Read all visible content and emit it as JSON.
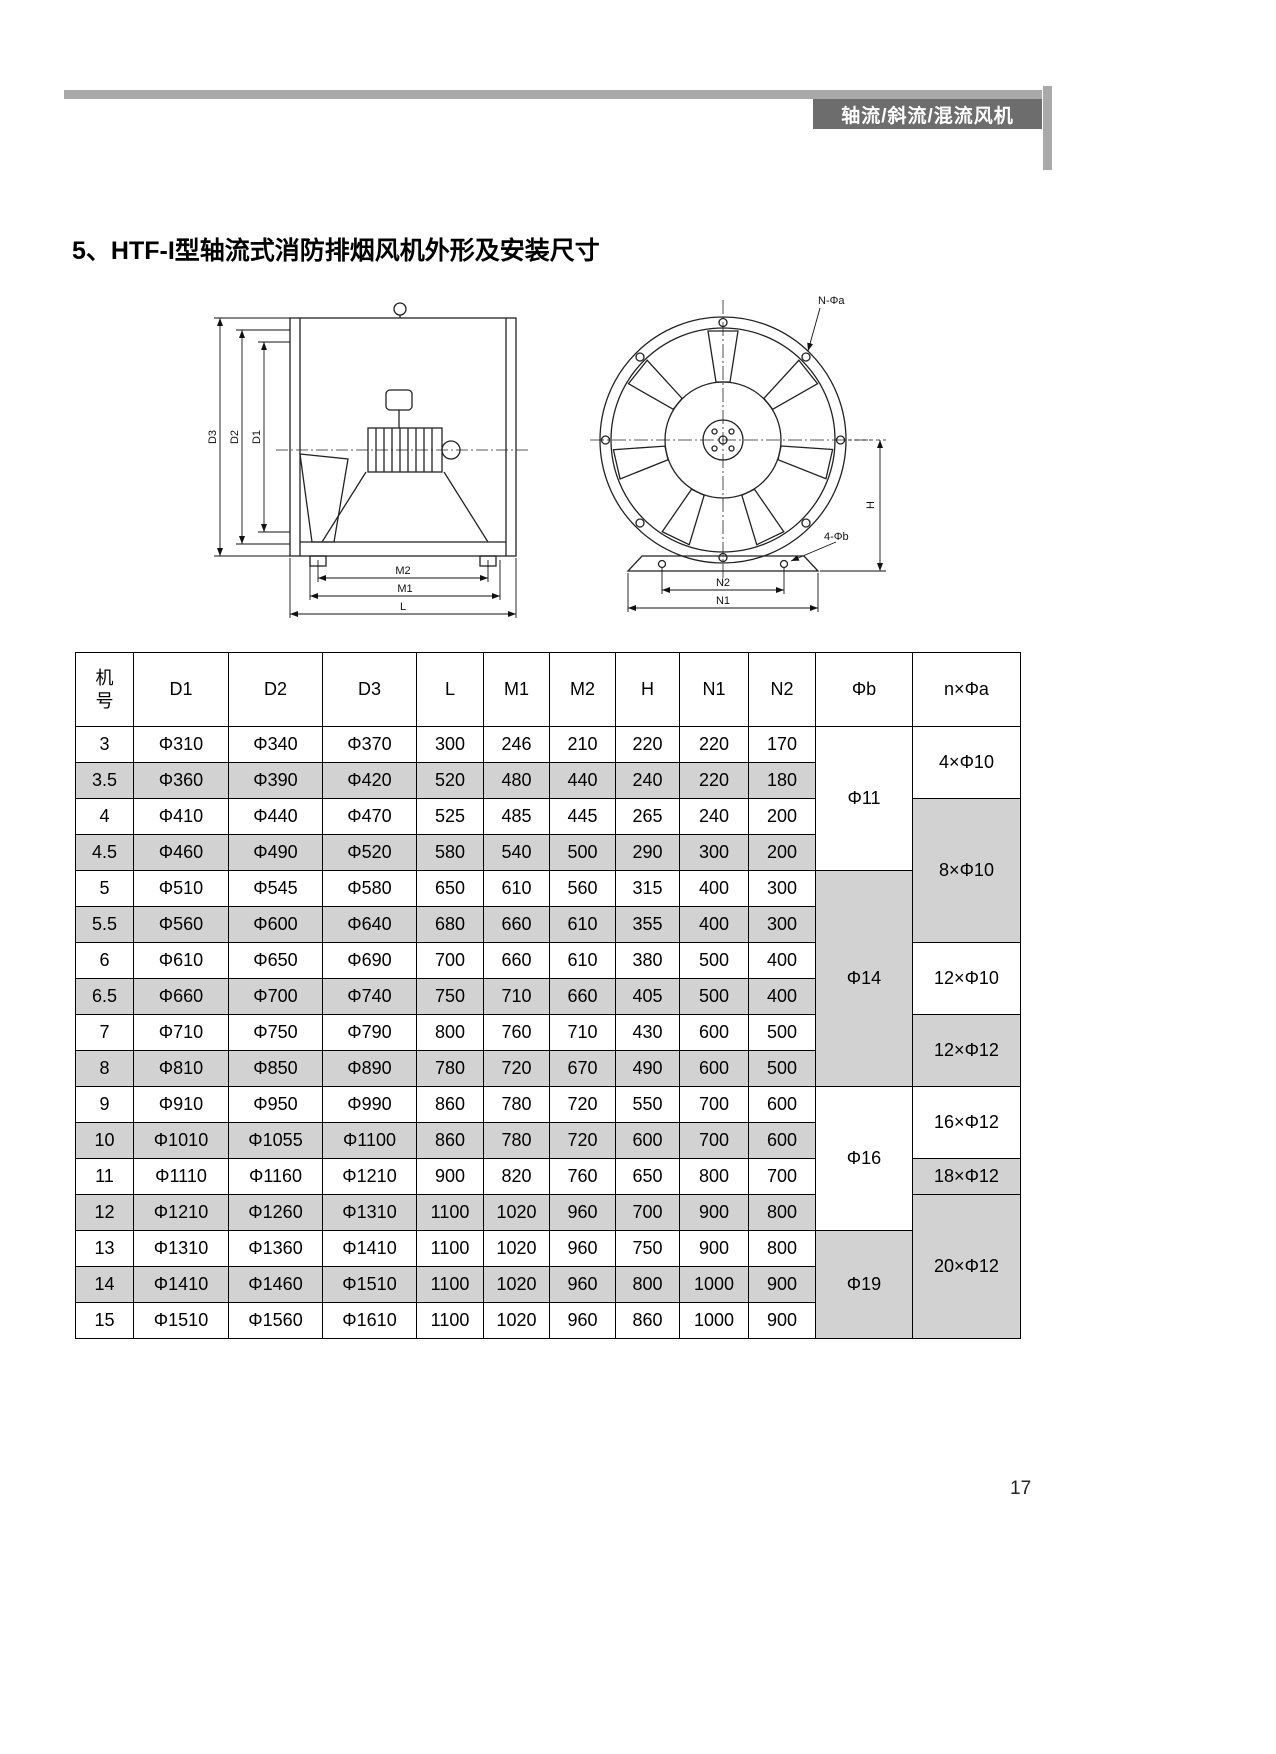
{
  "page": {
    "header_tag": "轴流/斜流/混流风机",
    "title": "5、HTF-I型轴流式消防排烟风机外形及安装尺寸",
    "page_number": "17"
  },
  "drawing": {
    "side_view": {
      "labels": {
        "d3": "D3",
        "d2": "D2",
        "d1": "D1",
        "m2": "M2",
        "m1": "M1",
        "l": "L"
      }
    },
    "front_view": {
      "labels": {
        "n_phi_a": "N-Φa",
        "four_phi_b": "4-Φb",
        "h": "H",
        "n2": "N2",
        "n1": "N1"
      }
    }
  },
  "table": {
    "headers": [
      "机\n号",
      "D1",
      "D2",
      "D3",
      "L",
      "M1",
      "M2",
      "H",
      "N1",
      "N2",
      "Φb",
      "n×Φa"
    ],
    "rows": [
      [
        "3",
        "Φ310",
        "Φ340",
        "Φ370",
        "300",
        "246",
        "210",
        "220",
        "220",
        "170"
      ],
      [
        "3.5",
        "Φ360",
        "Φ390",
        "Φ420",
        "520",
        "480",
        "440",
        "240",
        "220",
        "180"
      ],
      [
        "4",
        "Φ410",
        "Φ440",
        "Φ470",
        "525",
        "485",
        "445",
        "265",
        "240",
        "200"
      ],
      [
        "4.5",
        "Φ460",
        "Φ490",
        "Φ520",
        "580",
        "540",
        "500",
        "290",
        "300",
        "200"
      ],
      [
        "5",
        "Φ510",
        "Φ545",
        "Φ580",
        "650",
        "610",
        "560",
        "315",
        "400",
        "300"
      ],
      [
        "5.5",
        "Φ560",
        "Φ600",
        "Φ640",
        "680",
        "660",
        "610",
        "355",
        "400",
        "300"
      ],
      [
        "6",
        "Φ610",
        "Φ650",
        "Φ690",
        "700",
        "660",
        "610",
        "380",
        "500",
        "400"
      ],
      [
        "6.5",
        "Φ660",
        "Φ700",
        "Φ740",
        "750",
        "710",
        "660",
        "405",
        "500",
        "400"
      ],
      [
        "7",
        "Φ710",
        "Φ750",
        "Φ790",
        "800",
        "760",
        "710",
        "430",
        "600",
        "500"
      ],
      [
        "8",
        "Φ810",
        "Φ850",
        "Φ890",
        "780",
        "720",
        "670",
        "490",
        "600",
        "500"
      ],
      [
        "9",
        "Φ910",
        "Φ950",
        "Φ990",
        "860",
        "780",
        "720",
        "550",
        "700",
        "600"
      ],
      [
        "10",
        "Φ1010",
        "Φ1055",
        "Φ1100",
        "860",
        "780",
        "720",
        "600",
        "700",
        "600"
      ],
      [
        "11",
        "Φ1110",
        "Φ1160",
        "Φ1210",
        "900",
        "820",
        "760",
        "650",
        "800",
        "700"
      ],
      [
        "12",
        "Φ1210",
        "Φ1260",
        "Φ1310",
        "1100",
        "1020",
        "960",
        "700",
        "900",
        "800"
      ],
      [
        "13",
        "Φ1310",
        "Φ1360",
        "Φ1410",
        "1100",
        "1020",
        "960",
        "750",
        "900",
        "800"
      ],
      [
        "14",
        "Φ1410",
        "Φ1460",
        "Φ1510",
        "1100",
        "1020",
        "960",
        "800",
        "1000",
        "900"
      ],
      [
        "15",
        "Φ1510",
        "Φ1560",
        "Φ1610",
        "1100",
        "1020",
        "960",
        "860",
        "1000",
        "900"
      ]
    ],
    "phi_b_groups": [
      {
        "label": "Φ11",
        "span": 4,
        "shaded": false
      },
      {
        "label": "Φ14",
        "span": 6,
        "shaded": true
      },
      {
        "label": "Φ16",
        "span": 4,
        "shaded": false
      },
      {
        "label": "Φ19",
        "span": 3,
        "shaded": true
      }
    ],
    "n_phi_a_groups": [
      {
        "label": "4×Φ10",
        "span": 2,
        "shaded": false
      },
      {
        "label": "8×Φ10",
        "span": 4,
        "shaded": true
      },
      {
        "label": "12×Φ10",
        "span": 2,
        "shaded": false
      },
      {
        "label": "12×Φ12",
        "span": 2,
        "shaded": true
      },
      {
        "label": "16×Φ12",
        "span": 2,
        "shaded": false
      },
      {
        "label": "18×Φ12",
        "span": 1,
        "shaded": true
      },
      {
        "label": "20×Φ12",
        "span": 4,
        "shaded": false
      }
    ]
  }
}
